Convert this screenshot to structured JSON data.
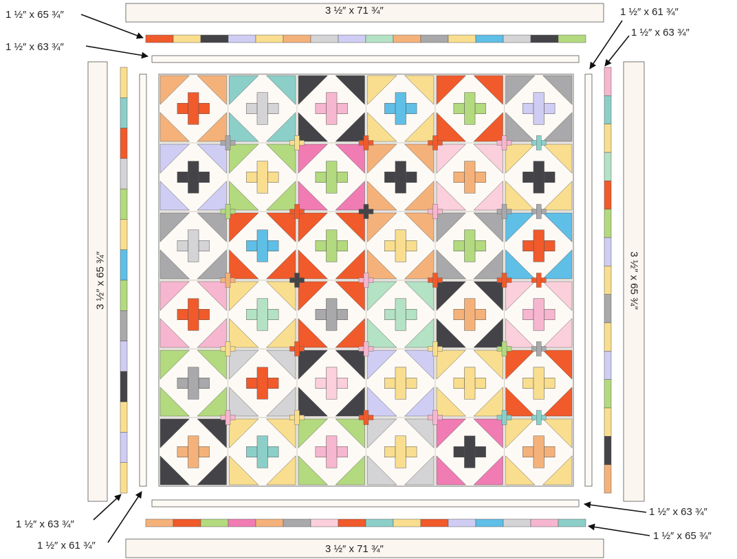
{
  "labels": {
    "top_wide": "3 ½″ x 71 ¾″",
    "bottom_wide": "3 ½″ x 71 ¾″",
    "left_wide": "3 ½″ x 65 ¾″",
    "right_wide": "3 ½″ x 65 ¾″",
    "top_pieced": "1 ½″ x 65 ¾″",
    "top_narrow": "1 ½″ x 63 ¾″",
    "right_inner": "1 ½″ x 61 ¾″",
    "right_pieced": "1 ½″ x 63 ¾″",
    "bottom_narrow": "1 ½″ x 63 ¾″",
    "bottom_pieced": "1 ½″ x 65 ¾″",
    "left_pieced": "1 ½″ x 63 ¾″",
    "left_inner": "1 ½″ x 61 ¾″"
  },
  "palette": {
    "orange": "#f4b27a",
    "red": "#f15a2b",
    "teal": "#8ccfc9",
    "black": "#444448",
    "pink": "#f7b6cf",
    "blue": "#5fbfe6",
    "green": "#b3da7e",
    "gray": "#a9a9ab",
    "lavender": "#cfcdf3",
    "yellow": "#f9de8f",
    "blush": "#fbcfdc",
    "mint": "#b4e2c4",
    "lightgray": "#d4d4d6",
    "hotpink": "#f07cb3",
    "background": "#fbf6ef",
    "sashing": "#fdfaf5",
    "outline": "#555555"
  },
  "quilt": {
    "blocks": [
      [
        [
          "orange",
          "red"
        ],
        [
          "teal",
          "lightgray"
        ],
        [
          "black",
          "pink"
        ],
        [
          "yellow",
          "blue"
        ],
        [
          "red",
          "green"
        ],
        [
          "gray",
          "lavender"
        ]
      ],
      [
        [
          "lavender",
          "black"
        ],
        [
          "green",
          "yellow"
        ],
        [
          "hotpink",
          "green"
        ],
        [
          "orange",
          "black"
        ],
        [
          "blush",
          "orange"
        ],
        [
          "yellow",
          "black"
        ]
      ],
      [
        [
          "gray",
          "lightgray"
        ],
        [
          "red",
          "blue"
        ],
        [
          "red",
          "green"
        ],
        [
          "orange",
          "yellow"
        ],
        [
          "gray",
          "green"
        ],
        [
          "blue",
          "red"
        ]
      ],
      [
        [
          "pink",
          "red"
        ],
        [
          "yellow",
          "mint"
        ],
        [
          "red",
          "gray"
        ],
        [
          "mint",
          "mint"
        ],
        [
          "black",
          "orange"
        ],
        [
          "blush",
          "pink"
        ]
      ],
      [
        [
          "green",
          "gray"
        ],
        [
          "lightgray",
          "red"
        ],
        [
          "black",
          "blush"
        ],
        [
          "lavender",
          "yellow"
        ],
        [
          "yellow",
          "yellow"
        ],
        [
          "red",
          "yellow"
        ]
      ],
      [
        [
          "black",
          "orange"
        ],
        [
          "yellow",
          "teal"
        ],
        [
          "green",
          "pink"
        ],
        [
          "lightgray",
          "yellow"
        ],
        [
          "hotpink",
          "black"
        ],
        [
          "yellow",
          "orange"
        ]
      ]
    ],
    "cornerstones": [
      [
        "gray",
        "yellow",
        "red",
        "red",
        "pink",
        "teal"
      ],
      [
        "green",
        "red",
        "black",
        "pink",
        "gray",
        "gray"
      ],
      [
        "orange",
        "black",
        "pink",
        "red",
        "red",
        "red"
      ],
      [
        "yellow",
        "red",
        "pink",
        "yellow",
        "green",
        "gray"
      ],
      [
        "pink",
        "yellow",
        "red",
        "pink",
        "teal",
        "teal"
      ]
    ],
    "top_strip": [
      "red",
      "yellow",
      "black",
      "lavender",
      "yellow",
      "orange",
      "lightgray",
      "lavender",
      "mint",
      "orange",
      "gray",
      "yellow",
      "blue",
      "lightgray",
      "black",
      "green"
    ],
    "bottom_strip": [
      "orange",
      "red",
      "green",
      "hotpink",
      "orange",
      "gray",
      "blush",
      "red",
      "teal",
      "yellow",
      "red",
      "lavender",
      "blue",
      "lightgray",
      "pink",
      "teal"
    ],
    "left_strip": [
      "yellow",
      "teal",
      "red",
      "lightgray",
      "green",
      "yellow",
      "blue",
      "green",
      "gray",
      "lavender",
      "black",
      "yellow",
      "lavender",
      "yellow"
    ],
    "right_strip": [
      "pink",
      "teal",
      "yellow",
      "mint",
      "red",
      "green",
      "lavender",
      "yellow",
      "gray",
      "yellow",
      "lavender",
      "green",
      "yellow",
      "black",
      "orange"
    ]
  }
}
